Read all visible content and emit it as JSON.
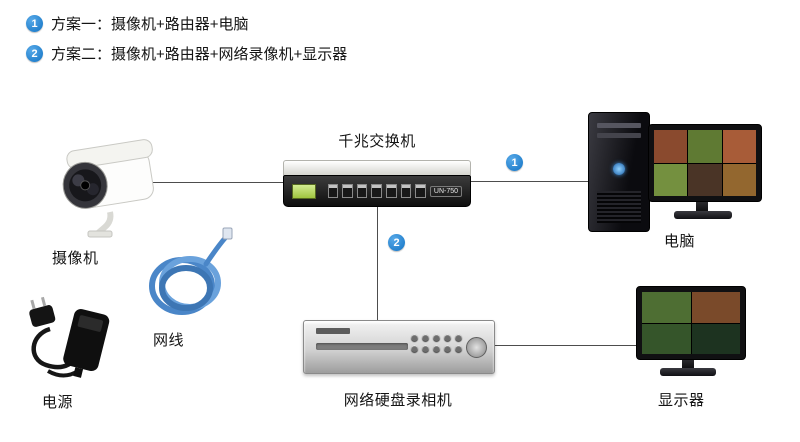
{
  "page": {
    "background": "#ffffff",
    "accent_blue": "#1273c4",
    "line_color": "#4d4d4d"
  },
  "legend": {
    "items": [
      {
        "badge": "1",
        "text": "方案一：摄像机+路由器+电脑"
      },
      {
        "badge": "2",
        "text": "方案二：摄像机+路由器+网络录像机+显示器"
      }
    ]
  },
  "devices": {
    "camera": {
      "label": "摄像机"
    },
    "cable": {
      "label": "网线"
    },
    "power": {
      "label": "电源"
    },
    "switch": {
      "label": "千兆交换机",
      "model": "UN-750"
    },
    "computer": {
      "label": "电脑"
    },
    "nvr": {
      "label": "网络硬盘录相机"
    },
    "monitor": {
      "label": "显示器"
    }
  },
  "connection_badges": {
    "plan1": "1",
    "plan2": "2"
  }
}
